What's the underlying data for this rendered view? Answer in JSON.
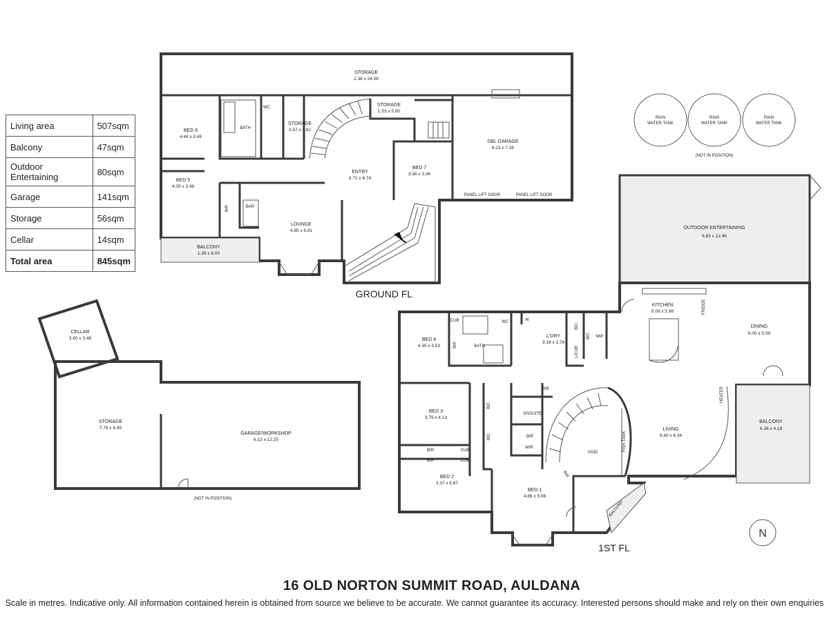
{
  "area_table": [
    {
      "label": "Living area",
      "value": "507sqm"
    },
    {
      "label": "Balcony",
      "value": "47sqm"
    },
    {
      "label": "Outdoor Entertaining",
      "value": "80sqm"
    },
    {
      "label": "Garage",
      "value": "141sqm"
    },
    {
      "label": "Storage",
      "value": "56sqm"
    },
    {
      "label": "Cellar",
      "value": "14sqm"
    },
    {
      "label": "Total area",
      "value": "845sqm"
    }
  ],
  "floor_labels": {
    "ground": "GROUND FL",
    "first": "1ST FL"
  },
  "rooms": {
    "g_storage_top": {
      "name": "STORAGE",
      "dim": "2.38 x 24.58"
    },
    "g_bed6": {
      "name": "BED 6",
      "dim": "4.44 x 3.45"
    },
    "g_bath": {
      "name": "BATH"
    },
    "g_wc": {
      "name": "WC"
    },
    "g_storage2": {
      "name": "STORAGE",
      "dim": "3.67 x 1.62"
    },
    "g_storage3": {
      "name": "STORAGE",
      "dim": "1.53 x 5.90"
    },
    "g_dbl_garage": {
      "name": "DBL GARAGE",
      "dim": "6.23 x 7.35"
    },
    "g_entry": {
      "name": "ENTRY",
      "dim": "6.71 x 4.74"
    },
    "g_bed7": {
      "name": "BED 7",
      "dim": "3.56 x 3.36"
    },
    "g_bed5": {
      "name": "BED 5",
      "dim": "4.05 x 3.48"
    },
    "g_bir": {
      "name": "BIR"
    },
    "g_bar": {
      "name": "BAR"
    },
    "g_lounge": {
      "name": "LOUNGE",
      "dim": "4.85 x 6.81"
    },
    "g_balcony": {
      "name": "BALCONY",
      "dim": "1.36 x 8.00"
    },
    "g_panel_lift_1": {
      "name": "PANEL LIFT DOOR"
    },
    "g_panel_lift_2": {
      "name": "PANEL LIFT DOOR"
    },
    "rain_tank_1": {
      "line1": "RAIN",
      "line2": "WATER TANK"
    },
    "rain_tank_2": {
      "line1": "RAIN",
      "line2": "WATER TANK"
    },
    "rain_tank_3": {
      "line1": "RAIN",
      "line2": "WATER TANK"
    },
    "tanks_note": {
      "name": "(NOT IN POSITION)"
    },
    "cellar": {
      "name": "CELLAR",
      "dim": "3.60 x 3.48"
    },
    "b_storage": {
      "name": "STORAGE",
      "dim": "7.78 x 6.45"
    },
    "b_garage": {
      "name": "GARAGE/WORKSHOP",
      "dim": "6.13 x 12.25"
    },
    "b_note": {
      "name": "(NOT IN POSITION)"
    },
    "outdoor_ent": {
      "name": "OUTDOOR ENTERTAINING",
      "dim": "6.63 x 12.46"
    },
    "kitchen": {
      "name": "KITCHEN",
      "dim": "5.09 x 5.98"
    },
    "dining": {
      "name": "DINING",
      "dim": "6.00 x 5.59"
    },
    "f_bed4": {
      "name": "BED 4",
      "dim": "4.35 x 3.53"
    },
    "f_cub1": {
      "name": "CUB"
    },
    "f_bir1": {
      "name": "BIR"
    },
    "f_bath": {
      "name": "BATH"
    },
    "f_wc": {
      "name": "WC"
    },
    "f_w": {
      "name": "W"
    },
    "f_ldry": {
      "name": "L'DRY",
      "dim": "3.18 x 3.78"
    },
    "f_bic1": {
      "name": "BIC"
    },
    "f_bic2": {
      "name": "BIC"
    },
    "f_lcub": {
      "name": "L/CUB"
    },
    "f_wip": {
      "name": "WIP"
    },
    "f_fridge": {
      "name": "FRIDGE"
    },
    "f_bed3": {
      "name": "BED 3",
      "dim": "3.79 x 4.13"
    },
    "f_bic3": {
      "name": "BIC"
    },
    "f_bic4": {
      "name": "BIC"
    },
    "f_bir2": {
      "name": "BIR"
    },
    "f_cub2": {
      "name": "CUB"
    },
    "f_bir3": {
      "name": "BIR"
    },
    "f_cub3": {
      "name": "CUB"
    },
    "f_bed2": {
      "name": "BED 2",
      "dim": "3.37 x 5.87"
    },
    "f_bir4": {
      "name": "BIR"
    },
    "f_ensuite": {
      "name": "ENSUITE"
    },
    "f_bir5": {
      "name": "BIR"
    },
    "f_wir": {
      "name": "WIR"
    },
    "f_void": {
      "name": "VOID"
    },
    "f_fishtank": {
      "name": "FISH TANK"
    },
    "f_bir6": {
      "name": "BIR"
    },
    "f_bed1": {
      "name": "BED 1",
      "dim": "4.86 x 5.06"
    },
    "f_balcony_small": {
      "name": "BALCONY"
    },
    "f_living": {
      "name": "LIVING",
      "dim": "6.60 x 6.34"
    },
    "f_heater": {
      "name": "HEATER"
    },
    "f_balcony": {
      "name": "BALCONY",
      "dim": "6.36 x 4.18"
    }
  },
  "compass": {
    "label": "N"
  },
  "address": "16 OLD NORTON SUMMIT ROAD, AULDANA",
  "disclaimer": "Scale in metres. Indicative only. All information contained herein is obtained from source we believe to be accurate. We cannot guarantee its accuracy. Interested persons should make and rely on their own enquiries"
}
